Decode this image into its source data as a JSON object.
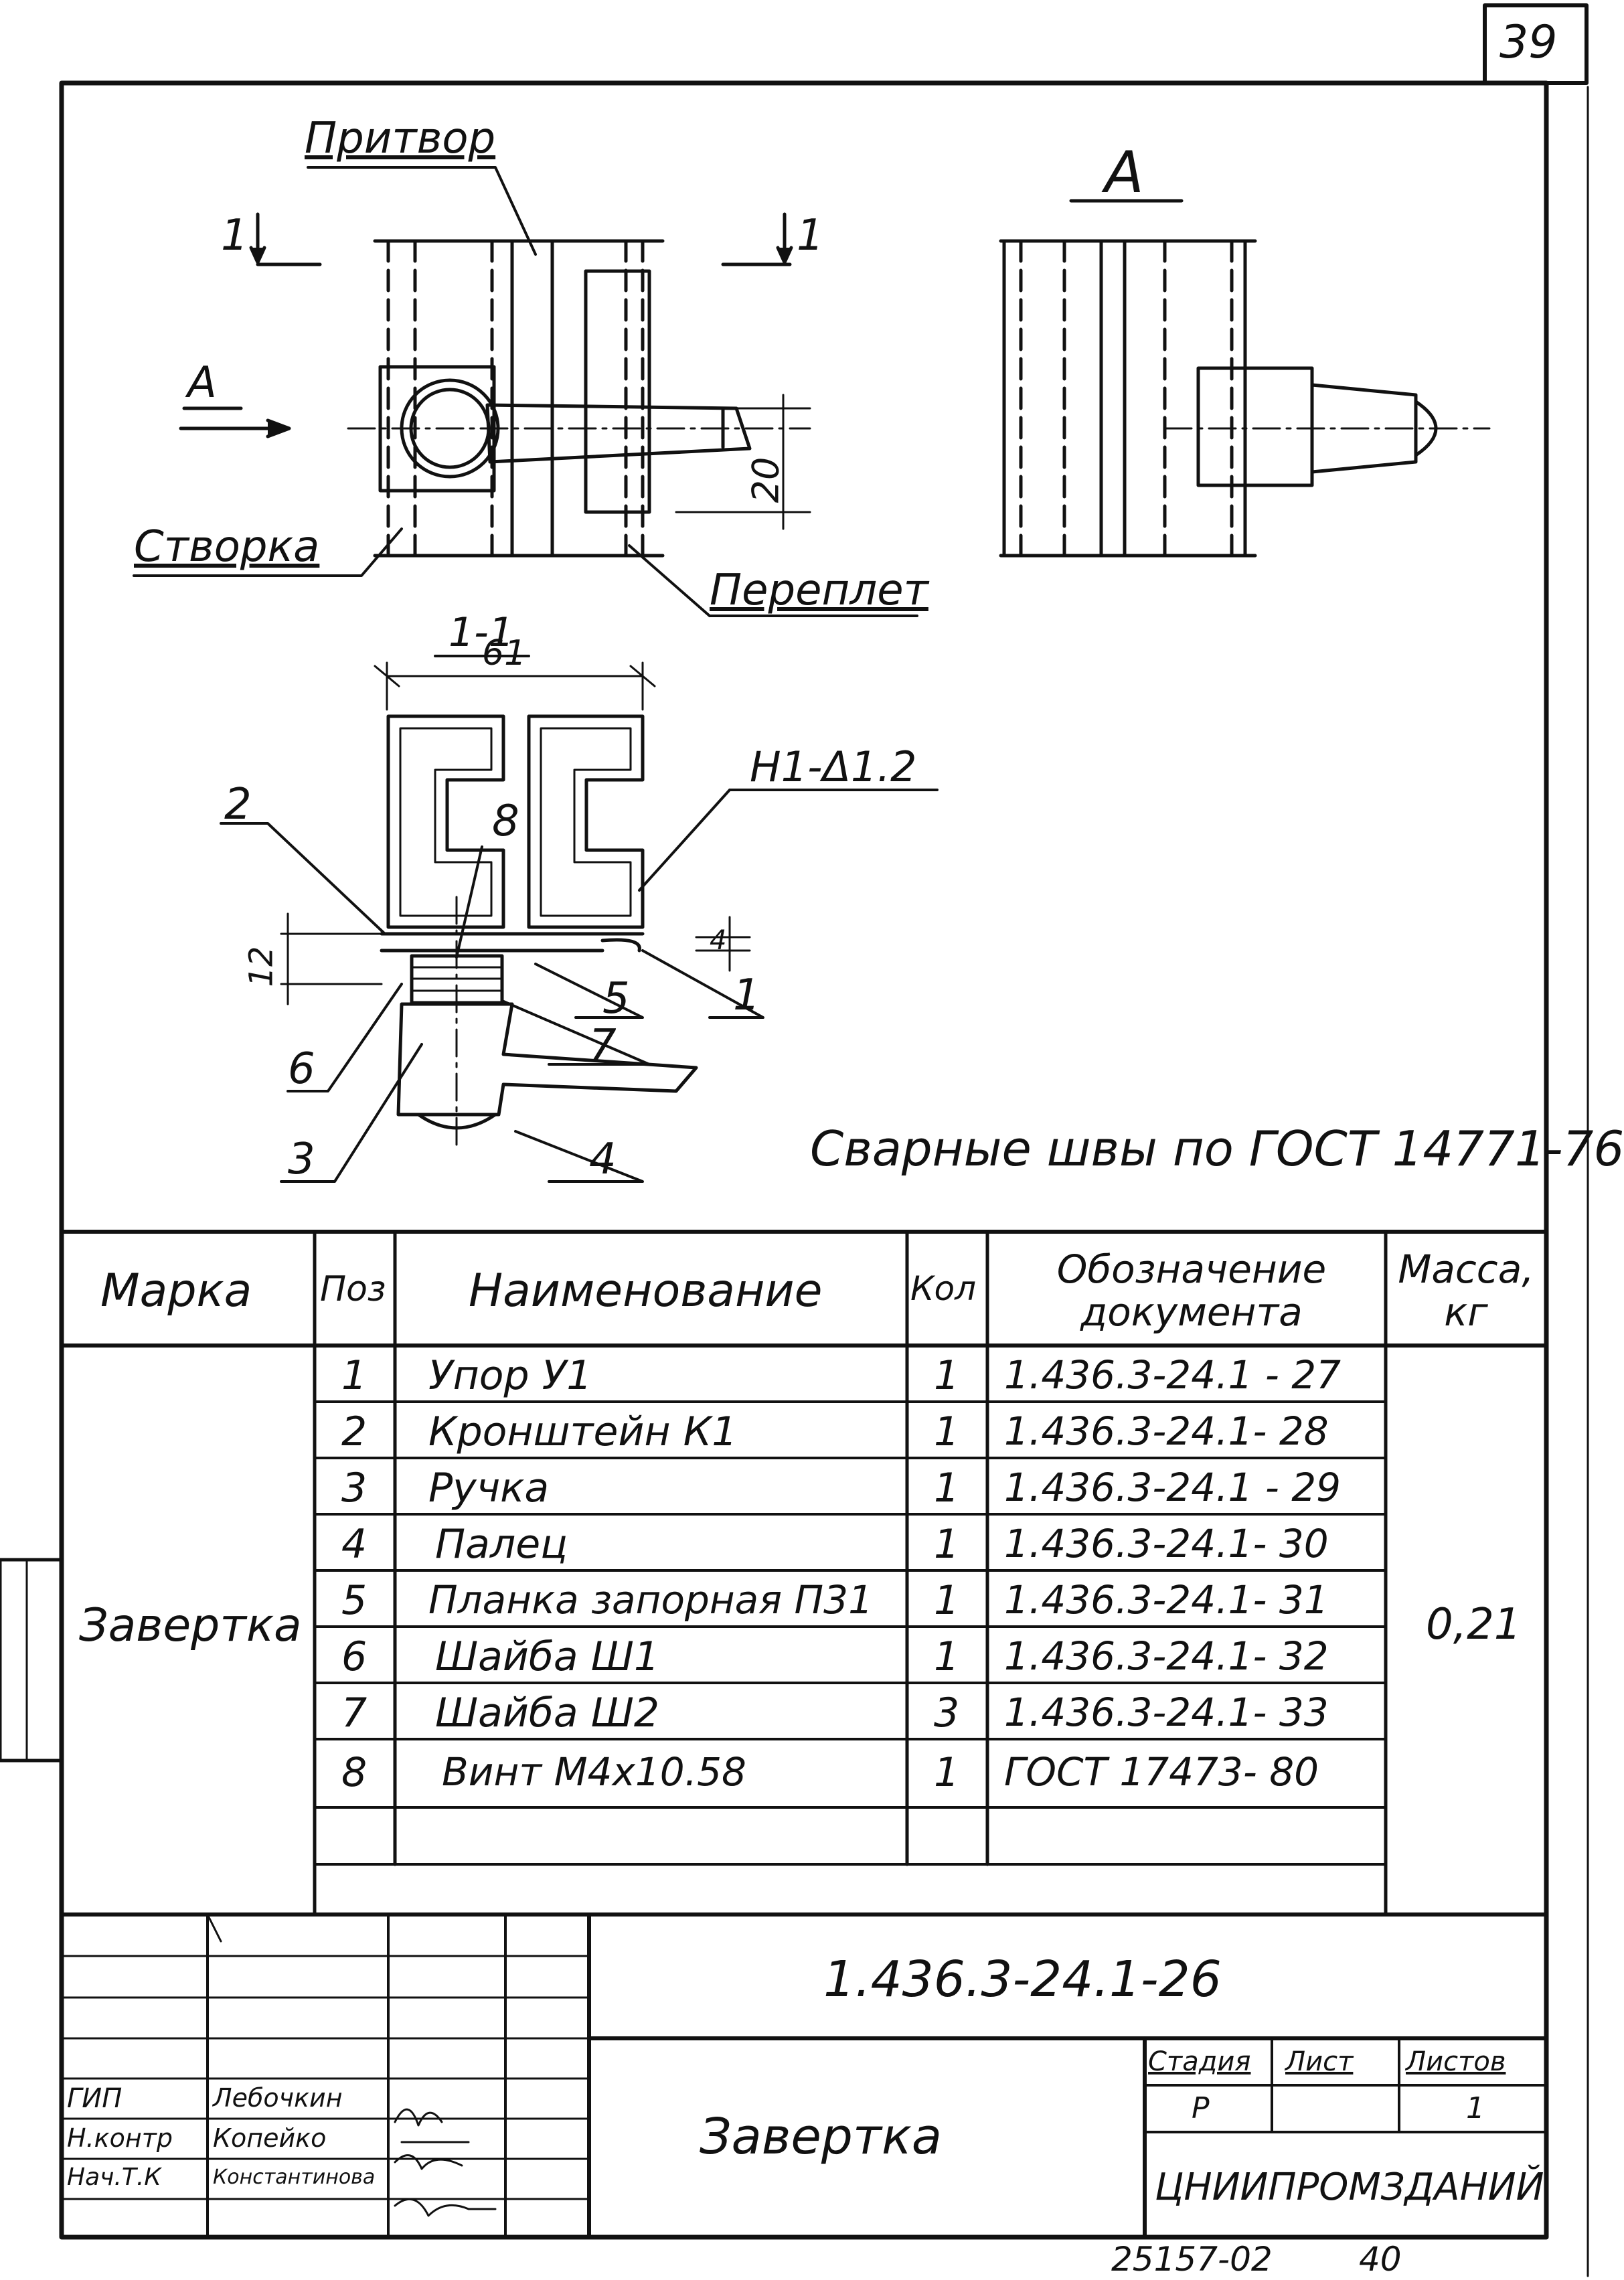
{
  "sheet_number": "39",
  "drawing": {
    "labels": {
      "pritvor": "Притвор",
      "stvorka": "Створка",
      "pereplet": "Переплет",
      "view_a_title": "А",
      "arrow_a": "А",
      "section_mark": "1",
      "section_title": "1-1",
      "dim_61": "61",
      "dim_20": "20",
      "dim_12": "12",
      "dim_4": "4",
      "weld_note": "Н1-Δ1.2",
      "callouts": [
        "1",
        "2",
        "3",
        "4",
        "5",
        "6",
        "7",
        "8"
      ]
    },
    "weld_standard": "Сварные швы по ГОСТ 14771-76"
  },
  "spec_table": {
    "headers": {
      "marka": "Марка",
      "poz": "Поз",
      "name": "Наименование",
      "qty": "Кол",
      "doc": "Обозначение документа",
      "mass": "Масса, кг"
    },
    "marka_value": "Завертка",
    "mass_value": "0,21",
    "rows": [
      {
        "poz": "1",
        "name": "Упор У1",
        "qty": "1",
        "doc": "1.436.3-24.1 - 27"
      },
      {
        "poz": "2",
        "name": "Кронштейн К1",
        "qty": "1",
        "doc": "1.436.3-24.1- 28"
      },
      {
        "poz": "3",
        "name": "Ручка",
        "qty": "1",
        "doc": "1.436.3-24.1 - 29"
      },
      {
        "poz": "4",
        "name": "Палец",
        "qty": "1",
        "doc": "1.436.3-24.1- 30"
      },
      {
        "poz": "5",
        "name": "Планка запорная П31",
        "qty": "1",
        "doc": "1.436.3-24.1- 31"
      },
      {
        "poz": "6",
        "name": "Шайба Ш1",
        "qty": "1",
        "doc": "1.436.3-24.1- 32"
      },
      {
        "poz": "7",
        "name": "Шайба Ш2",
        "qty": "3",
        "doc": "1.436.3-24.1- 33"
      },
      {
        "poz": "8",
        "name": "Винт М4х10.58",
        "qty": "1",
        "doc": "ГОСТ 17473- 80"
      }
    ]
  },
  "title_block": {
    "doc_code": "1.436.3-24.1-26",
    "item_name": "Завертка",
    "stage_label": "Стадия",
    "sheet_label": "Лист",
    "sheets_label": "Листов",
    "stage_value": "Р",
    "sheets_value": "1",
    "organization": "ЦНИИПРОМЗДАНИЙ",
    "roles": [
      {
        "role": "ГИП",
        "name": "Лебочкин"
      },
      {
        "role": "Н.контр",
        "name": "Копейко"
      },
      {
        "role": "Нач.Т.К",
        "name": "Константинова"
      }
    ]
  },
  "archive_number": "25157-02",
  "archive_page": "40"
}
